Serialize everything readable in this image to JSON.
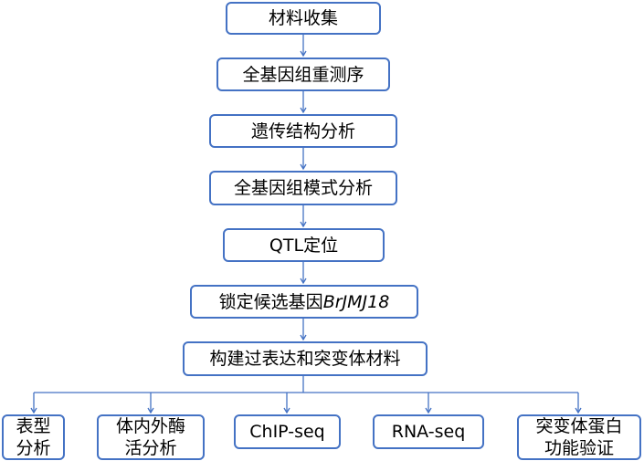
{
  "colors": {
    "box_border": "#4472C4",
    "connector": "#4472C4",
    "text": "#000000"
  },
  "steps": [
    {
      "label": "材料收集"
    },
    {
      "label": "全基因组重测序"
    },
    {
      "label": "遗传结构分析"
    },
    {
      "label": "全基因组模式分析"
    },
    {
      "label": "QTL定位"
    },
    {
      "label_prefix": "锁定候选基因",
      "gene": "BrJMJ18"
    },
    {
      "label": "构建过表达和突变体材料"
    }
  ],
  "branches": [
    {
      "lines": [
        "表型",
        "分析"
      ]
    },
    {
      "lines": [
        "体内外酶",
        "活分析"
      ]
    },
    {
      "lines": [
        "ChIP-seq"
      ]
    },
    {
      "lines": [
        "RNA-seq"
      ]
    },
    {
      "lines": [
        "突变体蛋白",
        "功能验证"
      ]
    }
  ]
}
